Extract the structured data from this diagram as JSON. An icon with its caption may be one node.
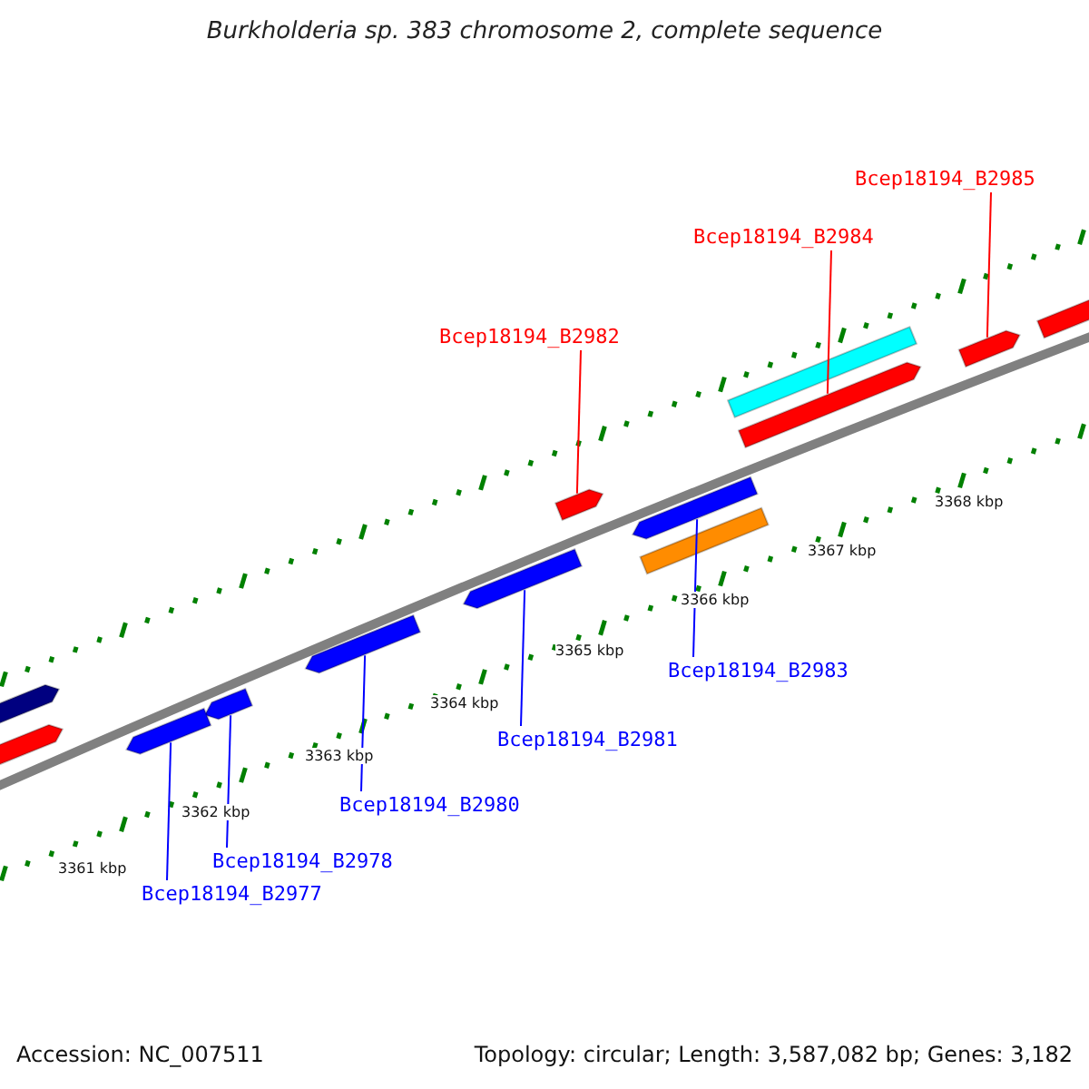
{
  "diagram": {
    "title": "Burkholderia sp. 383 chromosome 2, complete sequence",
    "nodes": [
      {
        "text": [
          "Bcep18194_B2985"
        ]
      },
      {
        "text": [
          "Bcep18194_B2984"
        ]
      },
      {
        "text": [
          "Bcep18194_B2982"
        ]
      },
      {
        "text": [
          "Bcep18194_B2983"
        ]
      },
      {
        "text": [
          "Bcep18194_B2981"
        ]
      },
      {
        "text": [
          "Bcep18194_B2980"
        ]
      },
      {
        "text": [
          "Bcep18194_B2978"
        ]
      },
      {
        "text": [
          "Bcep18194_B2977"
        ]
      },
      {
        "text": [],
        "shape": "arrow"
      },
      {
        "text": [],
        "shape": "arrow"
      },
      {
        "text": [],
        "shape": "arrow"
      },
      {
        "text": [],
        "shape": "arrow"
      },
      {
        "text": [],
        "shape": "arrow"
      },
      {
        "text": [],
        "shape": "arrow"
      },
      {
        "text": [],
        "shape": "arrow"
      },
      {
        "text": [],
        "shape": "arrow"
      },
      {
        "text": [],
        "shape": "arrow"
      },
      {
        "text": [],
        "shape": "arrow"
      },
      {
        "text": [],
        "shape": "bar"
      },
      {
        "text": [],
        "shape": "bar"
      },
      {
        "text": [],
        "shape": "arrow"
      }
    ],
    "edges": [
      {
        "from": 0,
        "to": 8,
        "arrow": "none",
        "color": "#ff0000"
      },
      {
        "from": 1,
        "to": 9,
        "arrow": "none",
        "color": "#ff0000"
      },
      {
        "from": 2,
        "to": 10,
        "arrow": "none",
        "color": "#ff0000"
      },
      {
        "from": 3,
        "to": 11,
        "arrow": "none"
      },
      {
        "from": 4,
        "to": 12,
        "arrow": "none"
      },
      {
        "from": 5,
        "to": 13,
        "arrow": "none"
      },
      {
        "from": 6,
        "to": 14,
        "arrow": "none"
      },
      {
        "from": 7,
        "to": 15,
        "arrow": "none"
      }
    ],
    "labels": [
      "3368 kbp",
      "3367 kbp",
      "3366 kbp",
      "3365 kbp",
      "3364 kbp",
      "3363 kbp",
      "3362 kbp",
      "3361 kbp",
      "Accession: NC_007511",
      "Topology: circular; Length: 3,587,082 bp; Genes: 3,182"
    ]
  }
}
